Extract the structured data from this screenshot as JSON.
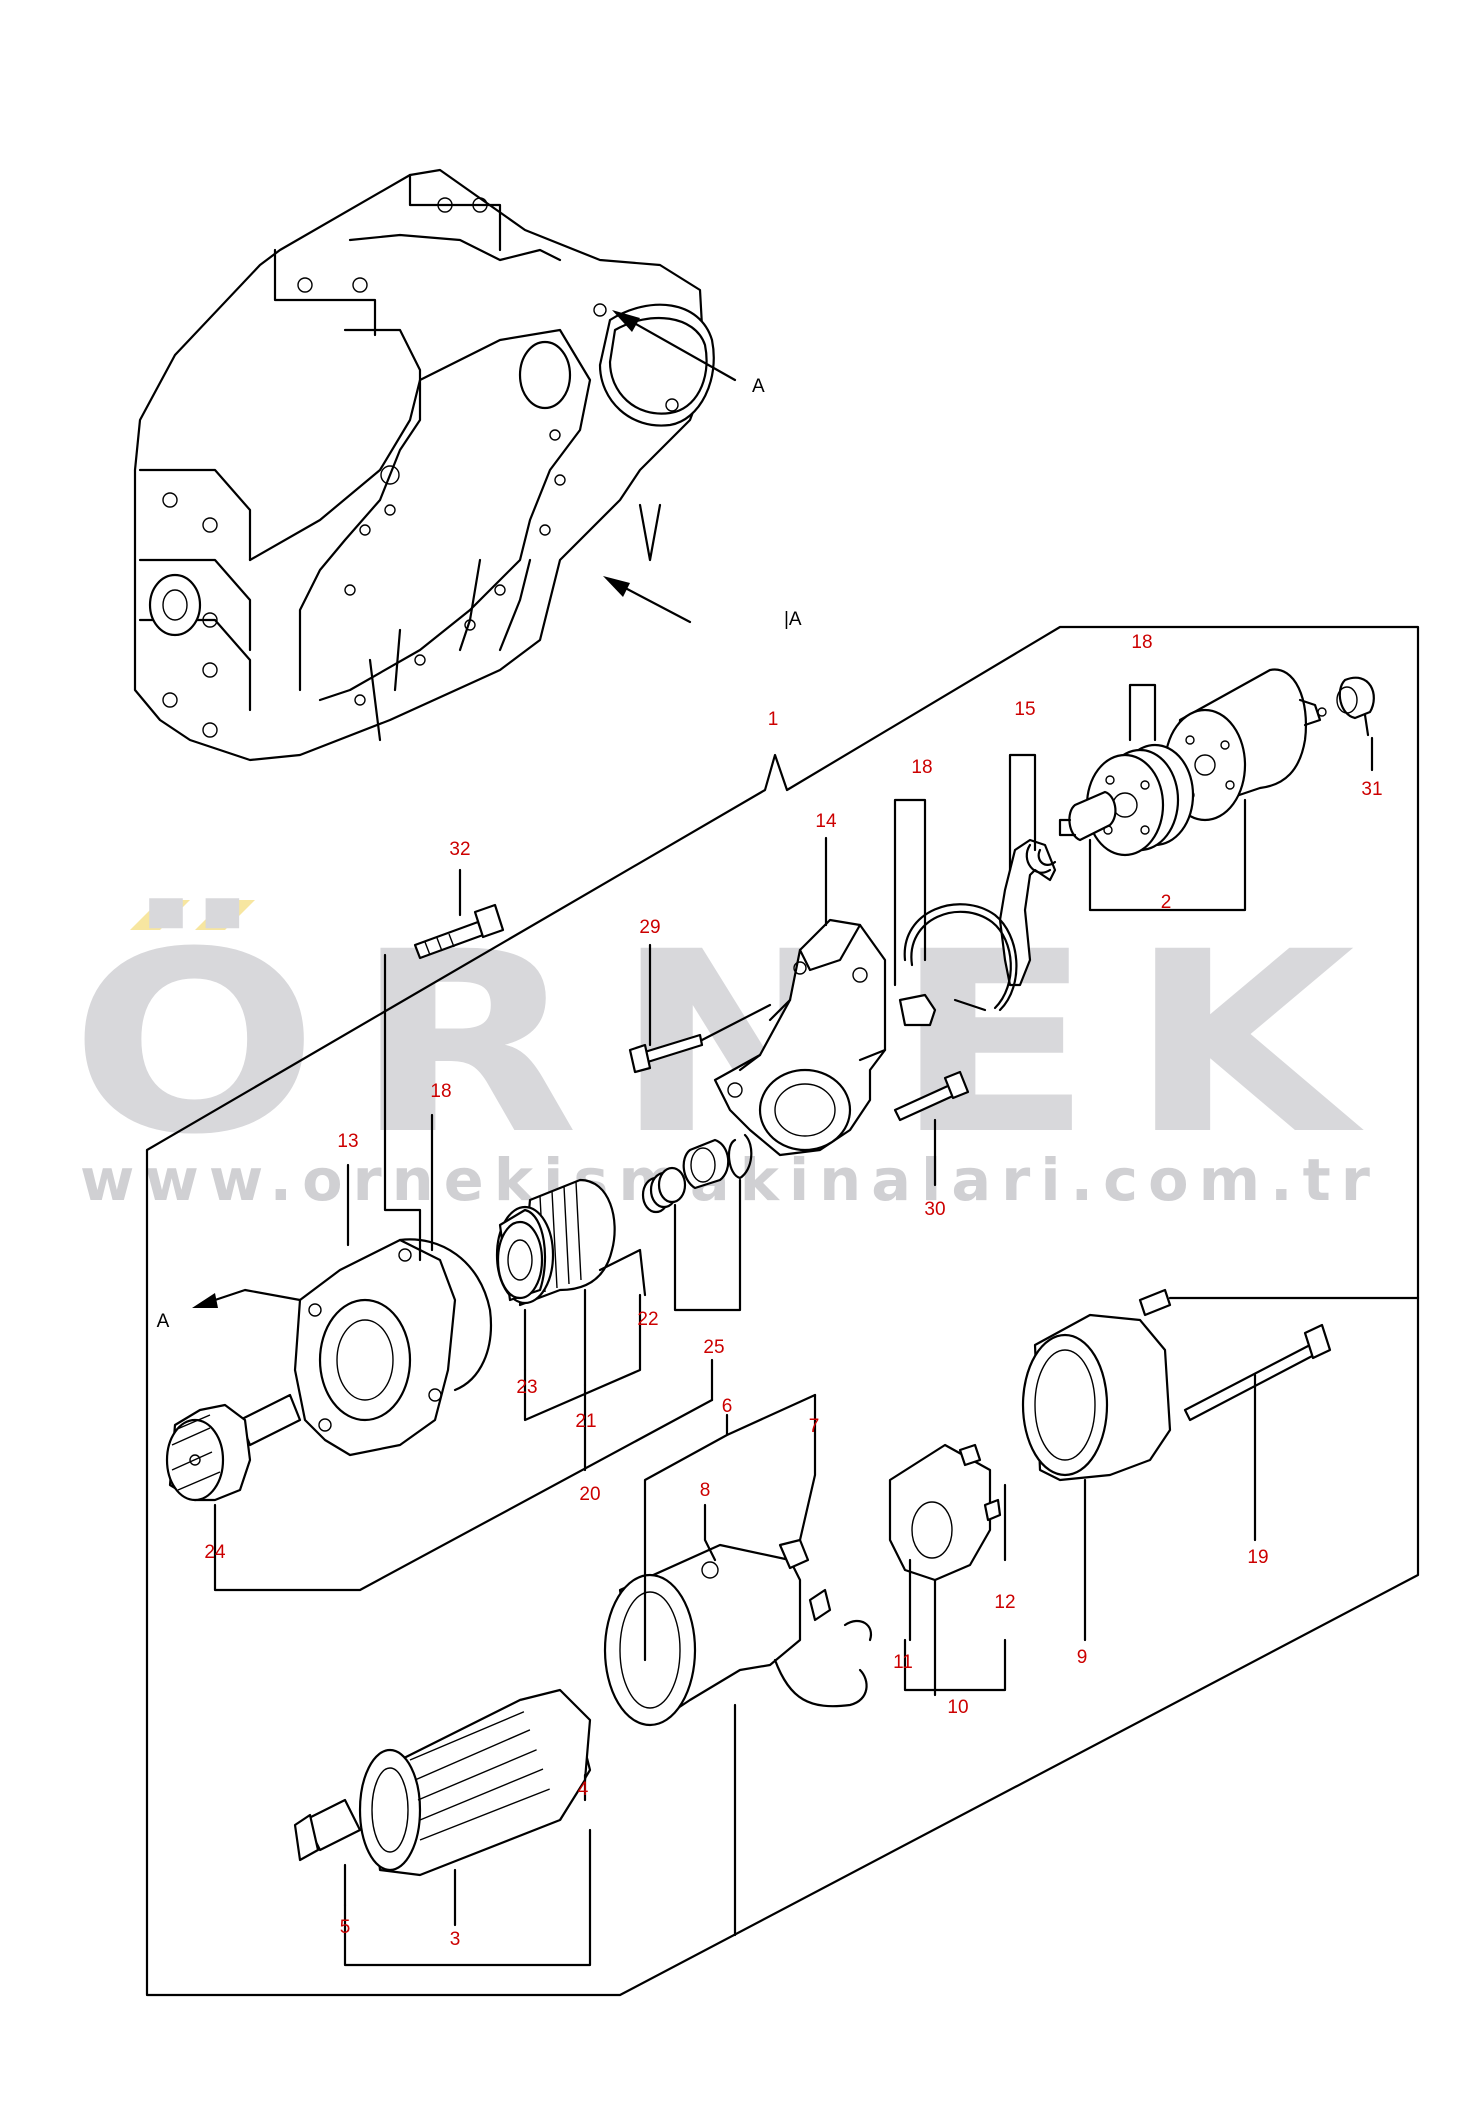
{
  "watermark": {
    "brand": "ÖRNEK",
    "url": "www.ornekismakinalari.com.tr",
    "brand_color": "#d8d8db",
    "accent_color": "#f7e6a0"
  },
  "colors": {
    "callout": "#cc0000",
    "line": "#000000",
    "background": "#ffffff"
  },
  "reference_labels": {
    "view_a_top": "A",
    "view_a_side": "|A",
    "view_a_left": "A"
  },
  "callouts": [
    {
      "id": "c1",
      "label": "1"
    },
    {
      "id": "c2",
      "label": "2"
    },
    {
      "id": "c3",
      "label": "3"
    },
    {
      "id": "c4",
      "label": "4"
    },
    {
      "id": "c5",
      "label": "5"
    },
    {
      "id": "c6",
      "label": "6"
    },
    {
      "id": "c7",
      "label": "7"
    },
    {
      "id": "c8",
      "label": "8"
    },
    {
      "id": "c9",
      "label": "9"
    },
    {
      "id": "c10",
      "label": "10"
    },
    {
      "id": "c11",
      "label": "11"
    },
    {
      "id": "c12",
      "label": "12"
    },
    {
      "id": "c13",
      "label": "13"
    },
    {
      "id": "c14",
      "label": "14"
    },
    {
      "id": "c15",
      "label": "15"
    },
    {
      "id": "c18a",
      "label": "18"
    },
    {
      "id": "c18b",
      "label": "18"
    },
    {
      "id": "c18c",
      "label": "18"
    },
    {
      "id": "c19",
      "label": "19"
    },
    {
      "id": "c20",
      "label": "20"
    },
    {
      "id": "c21",
      "label": "21"
    },
    {
      "id": "c22",
      "label": "22"
    },
    {
      "id": "c23",
      "label": "23"
    },
    {
      "id": "c24",
      "label": "24"
    },
    {
      "id": "c25",
      "label": "25"
    },
    {
      "id": "c29",
      "label": "29"
    },
    {
      "id": "c30",
      "label": "30"
    },
    {
      "id": "c31",
      "label": "31"
    },
    {
      "id": "c32",
      "label": "32"
    }
  ]
}
